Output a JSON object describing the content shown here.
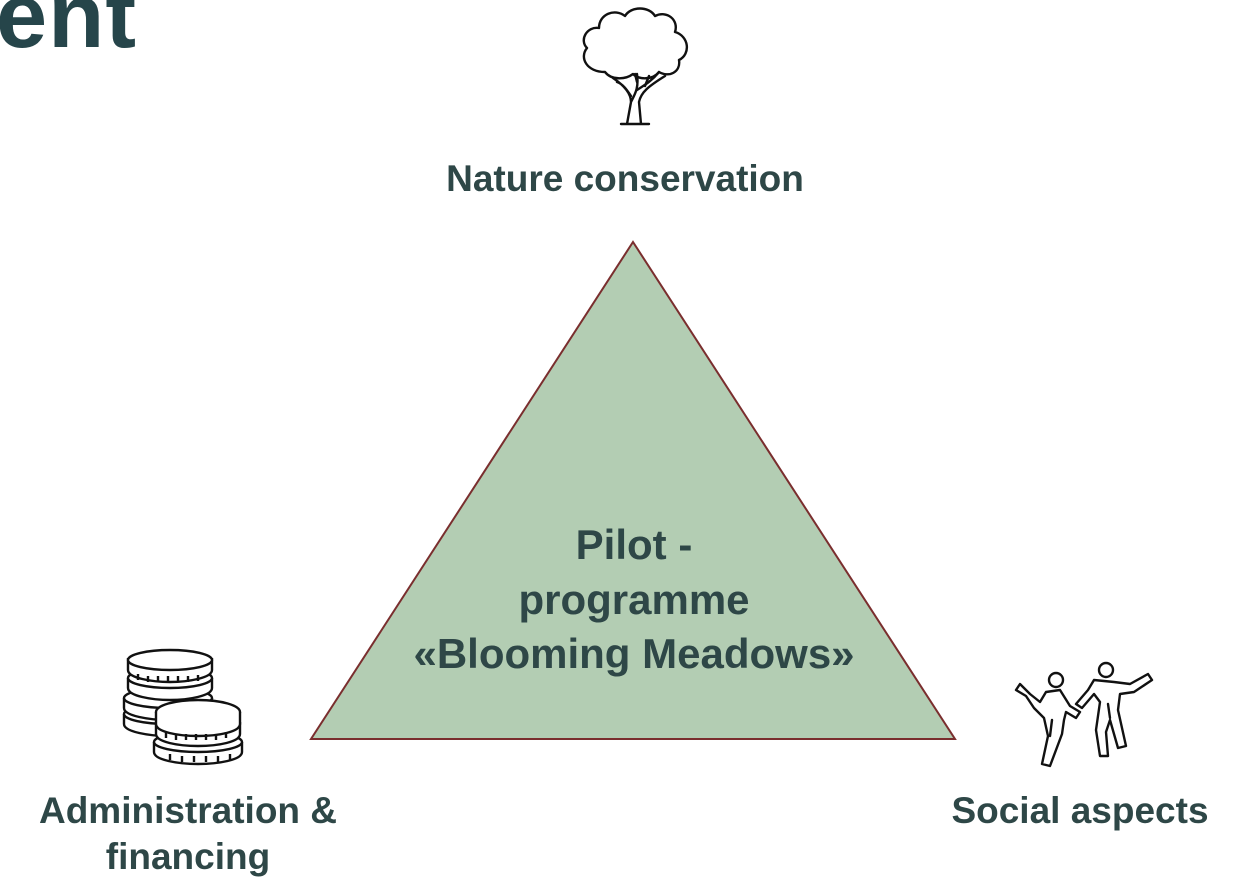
{
  "title_fragment": "ent",
  "diagram": {
    "top_label": "Nature conservation",
    "left_label": "Administration & financing",
    "right_label": "Social aspects",
    "center_lines": [
      "Pilot -",
      "programme",
      "«Blooming Meadows»"
    ]
  },
  "icons": {
    "top": "tree-icon",
    "left": "coins-stack-icon",
    "right": "dancing-people-icon"
  },
  "colors": {
    "triangle_fill": "#b3cdb3",
    "triangle_stroke": "#7a2e2e",
    "text": "#2e4747"
  }
}
